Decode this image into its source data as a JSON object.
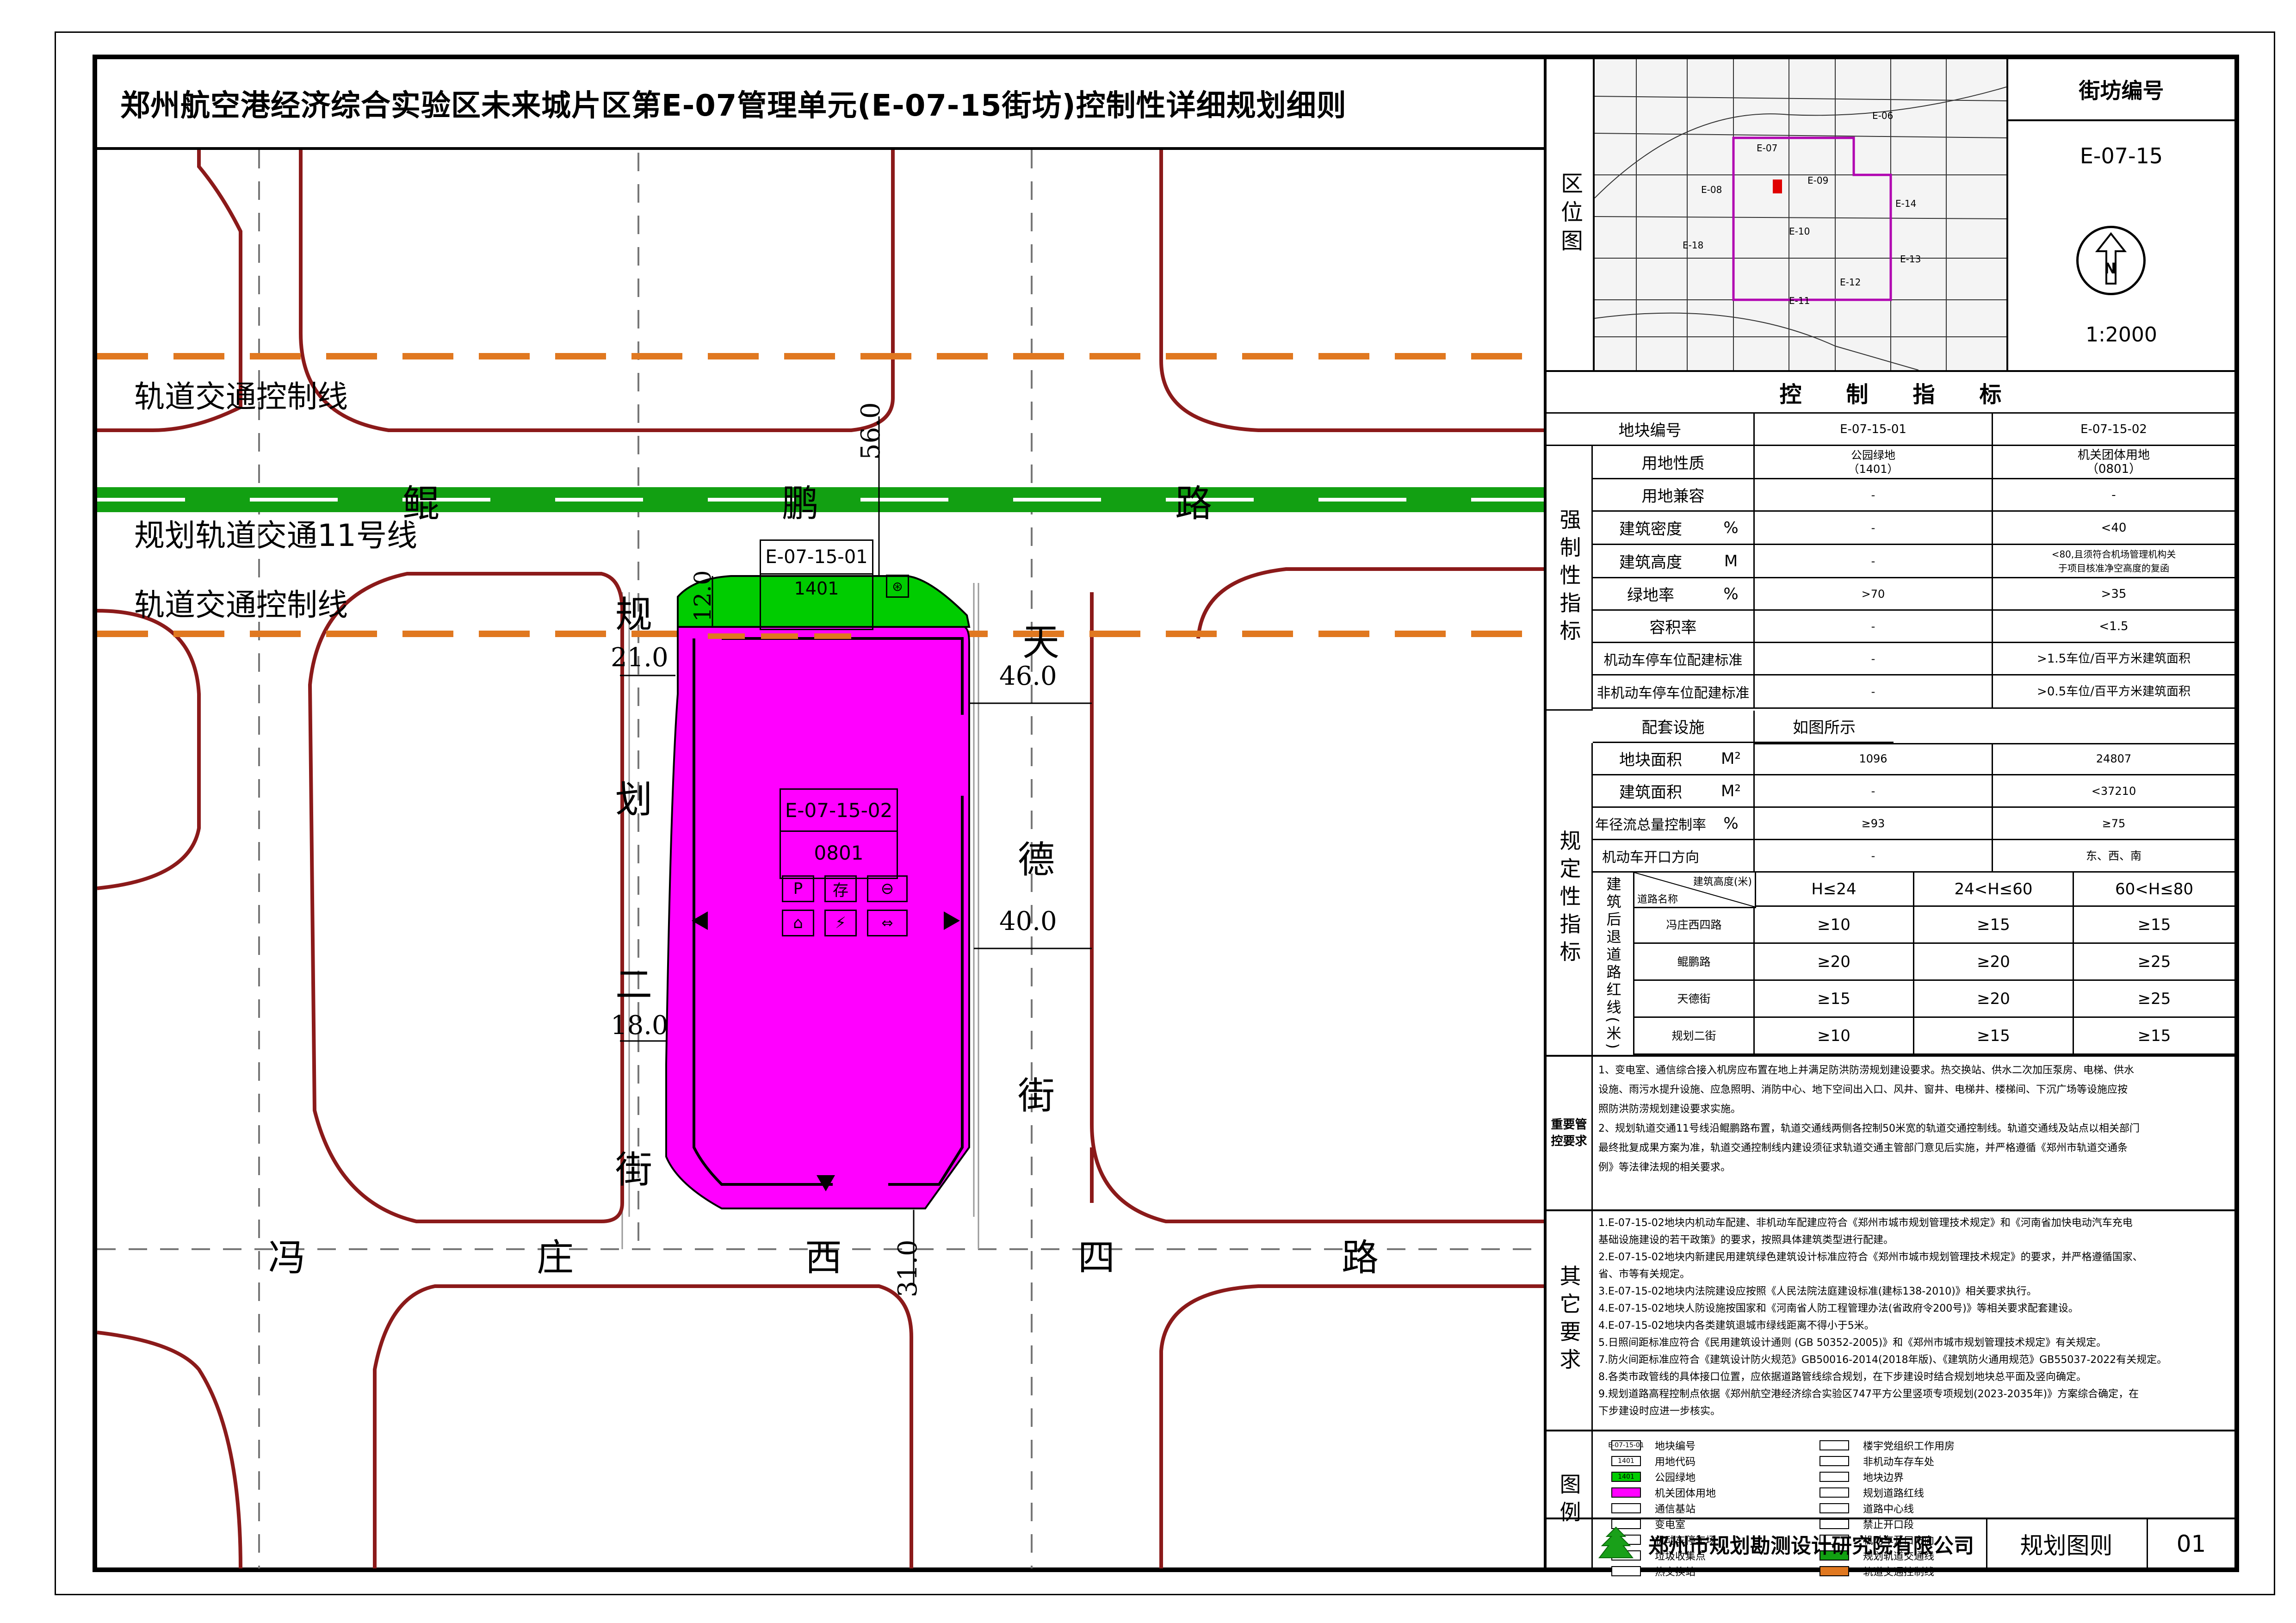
{
  "title": "郑州航空港经济综合实验区未来城片区第E-07管理单元(E-07-15街坊)控制性详细规划细则",
  "map": {
    "labels": {
      "rail_control_line_top": "轨道交通控制线",
      "rail_line_11": "规划轨道交通11号线",
      "rail_control_line_bottom": "轨道交通控制线"
    },
    "roads": {
      "kunpeng": [
        "鲲",
        "鹏",
        "路"
      ],
      "tiande": [
        "天",
        "德",
        "街"
      ],
      "guihua2": [
        "规",
        "划",
        "二",
        "街"
      ],
      "fengzhuang": [
        "冯",
        "庄",
        "西",
        "四",
        "路"
      ]
    },
    "dimensions": {
      "d56": "56.0",
      "d12": "12.0",
      "d21": "21.0",
      "d46": "46.0",
      "d40": "40.0",
      "d18": "18.0",
      "d31": "31.0"
    },
    "parcels": {
      "p1_code": "E-07-15-01",
      "p1_use": "1401",
      "p2_code": "E-07-15-02",
      "p2_use": "0801"
    },
    "facility_glyphs": {
      "parking": "P",
      "storage": "存",
      "fire": "⊖",
      "trash": "⌂",
      "power": "⚡",
      "arrow": "⇔"
    },
    "colors": {
      "magenta": "#ff00ff",
      "green": "#00cc00",
      "road_red": "#8b1a1a",
      "rail_orange": "#e07820",
      "rail_green": "#12a012"
    }
  },
  "right_panel": {
    "location_label": "区位图",
    "block_no_label": "街坊编号",
    "block_no": "E-07-15",
    "scale": "1:2000",
    "north": "N",
    "mini_map_labels": [
      "E-06",
      "E-07",
      "E-09",
      "E-08",
      "E-14",
      "E-10",
      "E-13",
      "E-12",
      "E-11",
      "E-18"
    ]
  },
  "control_table": {
    "title": "控　　制　　指　　标",
    "header_label": "地块编号",
    "col1": "E-07-15-01",
    "col2": "E-07-15-02",
    "mandatory_label": "强制性指标",
    "mandatory_rows": [
      {
        "name": "用地性质",
        "unit": "",
        "v1": "公园绿地\n（1401）",
        "v2": "机关团体用地\n（0801）"
      },
      {
        "name": "用地兼容",
        "unit": "",
        "v1": "-",
        "v2": "-"
      },
      {
        "name": "建筑密度",
        "unit": "%",
        "v1": "-",
        "v2": "<40"
      },
      {
        "name": "建筑高度",
        "unit": "M",
        "v1": "-",
        "v2": "<80,且须符合机场管理机构关\n于项目核准净空高度的复函"
      },
      {
        "name": "绿地率",
        "unit": "%",
        "v1": ">70",
        "v2": ">35"
      },
      {
        "name": "容积率",
        "unit": "",
        "v1": "-",
        "v2": "<1.5"
      },
      {
        "name": "机动车停车位配建标准",
        "unit": "",
        "v1": "-",
        "v2": ">1.5车位/百平方米建筑面积"
      },
      {
        "name": "非机动车停车位配建标准",
        "unit": "",
        "v1": "-",
        "v2": ">0.5车位/百平方米建筑面积"
      }
    ],
    "facility_row": {
      "name": "配套设施",
      "value": "如图所示"
    },
    "regulated_label": "规定性指标",
    "regulated_rows": [
      {
        "name": "地块面积",
        "unit": "M²",
        "v1": "1096",
        "v2": "24807"
      },
      {
        "name": "建筑面积",
        "unit": "M²",
        "v1": "-",
        "v2": "<37210"
      },
      {
        "name": "年径流总量控制率",
        "unit": "%",
        "v1": "≥93",
        "v2": "≥75"
      },
      {
        "name": "机动车开口方向",
        "unit": "",
        "v1": "-",
        "v2": "东、西、南"
      }
    ],
    "setback_label": "建筑后退道路红线(米)",
    "setback_header_top": "建筑高度(米)",
    "setback_header_bottom": "道路名称",
    "setback_cols": [
      "H≤24",
      "24<H≤60",
      "60<H≤80"
    ],
    "setback_rows": [
      {
        "road": "冯庄西四路",
        "v": [
          "≥10",
          "≥15",
          "≥15"
        ]
      },
      {
        "road": "鲲鹏路",
        "v": [
          "≥20",
          "≥20",
          "≥25"
        ]
      },
      {
        "road": "天德街",
        "v": [
          "≥15",
          "≥20",
          "≥25"
        ]
      },
      {
        "road": "规划二街",
        "v": [
          "≥10",
          "≥15",
          "≥15"
        ]
      }
    ]
  },
  "important": {
    "label": "重要管控要求",
    "lines": [
      "1、变电室、通信综合接入机房应布置在地上并满足防洪防涝规划建设要求。热交换站、供水二次加压泵房、电梯、供水",
      "设施、雨污水提升设施、应急照明、消防中心、地下空间出入口、风井、窗井、电梯井、楼梯间、下沉广场等设施应按",
      "照防洪防涝规划建设要求实施。",
      "2、规划轨道交通11号线沿鲲鹏路布置，轨道交通线两侧各控制50米宽的轨道交通控制线。轨道交通线及站点以相关部门",
      "最终批复成果方案为准，轨道交通控制线内建设须征求轨道交通主管部门意见后实施，并严格遵循《郑州市轨道交通条",
      "例》等法律法规的相关要求。"
    ]
  },
  "other": {
    "label": "其它要求",
    "lines": [
      "1.E-07-15-02地块内机动车配建、非机动车配建应符合《郑州市城市规划管理技术规定》和《河南省加快电动汽车充电",
      "基础设施建设的若干政策》的要求，按照具体建筑类型进行配建。",
      "2.E-07-15-02地块内新建民用建筑绿色建筑设计标准应符合《郑州市城市规划管理技术规定》的要求，并严格遵循国家、",
      "省、市等有关规定。",
      "3.E-07-15-02地块内法院建设应按照《人民法院法庭建设标准(建标138-2010)》相关要求执行。",
      "4.E-07-15-02地块人防设施按国家和《河南省人防工程管理办法(省政府令200号)》等相关要求配套建设。",
      "4.E-07-15-02地块内各类建筑退城市绿线距离不得小于5米。",
      "5.日照间距标准应符合《民用建筑设计通则 (GB 50352-2005)》和《郑州市城市规划管理技术规定》有关规定。",
      "7.防火间距标准应符合《建筑设计防火规范》GB50016-2014(2018年版)、《建筑防火通用规范》GB55037-2022有关规定。",
      "8.各类市政管线的具体接口位置，应依据道路管线综合规划，在下步建设时结合规划地块总平面及竖向确定。",
      "9.规划道路高程控制点依据《郑州航空港经济综合实验区747平方公里竖项专项规划(2023-2035年)》方案综合确定，在",
      "下步建设时应进一步核实。"
    ]
  },
  "legend": {
    "label": "图例",
    "left": [
      {
        "sw": "E-07-15-01",
        "text": "地块编号"
      },
      {
        "sw": "1401",
        "text": "用地代码"
      },
      {
        "sw": "1401",
        "text": "公园绿地"
      },
      {
        "sw": "",
        "text": "机关团体用地"
      },
      {
        "sw": "",
        "text": "通信基站"
      },
      {
        "sw": "",
        "text": "变电室"
      },
      {
        "sw": "",
        "text": "机动车停车场"
      },
      {
        "sw": "",
        "text": "垃圾收集点"
      },
      {
        "sw": "",
        "text": "热交换站"
      }
    ],
    "right": [
      {
        "sw": "",
        "text": "楼宇党组织工作用房"
      },
      {
        "sw": "",
        "text": "非机动车存车处"
      },
      {
        "sw": "",
        "text": "地块边界"
      },
      {
        "sw": "",
        "text": "规划道路红线"
      },
      {
        "sw": "",
        "text": "道路中心线"
      },
      {
        "sw": "",
        "text": "禁止开口段"
      },
      {
        "sw": "",
        "text": "机动车开口方向"
      },
      {
        "sw": "",
        "text": "规划轨道交通线"
      },
      {
        "sw": "",
        "text": "轨道交通控制线"
      }
    ]
  },
  "footer": {
    "institute": "郑州市规划勘测设计研究院有限公司",
    "drawing_name": "规划图则",
    "drawing_no": "01"
  }
}
